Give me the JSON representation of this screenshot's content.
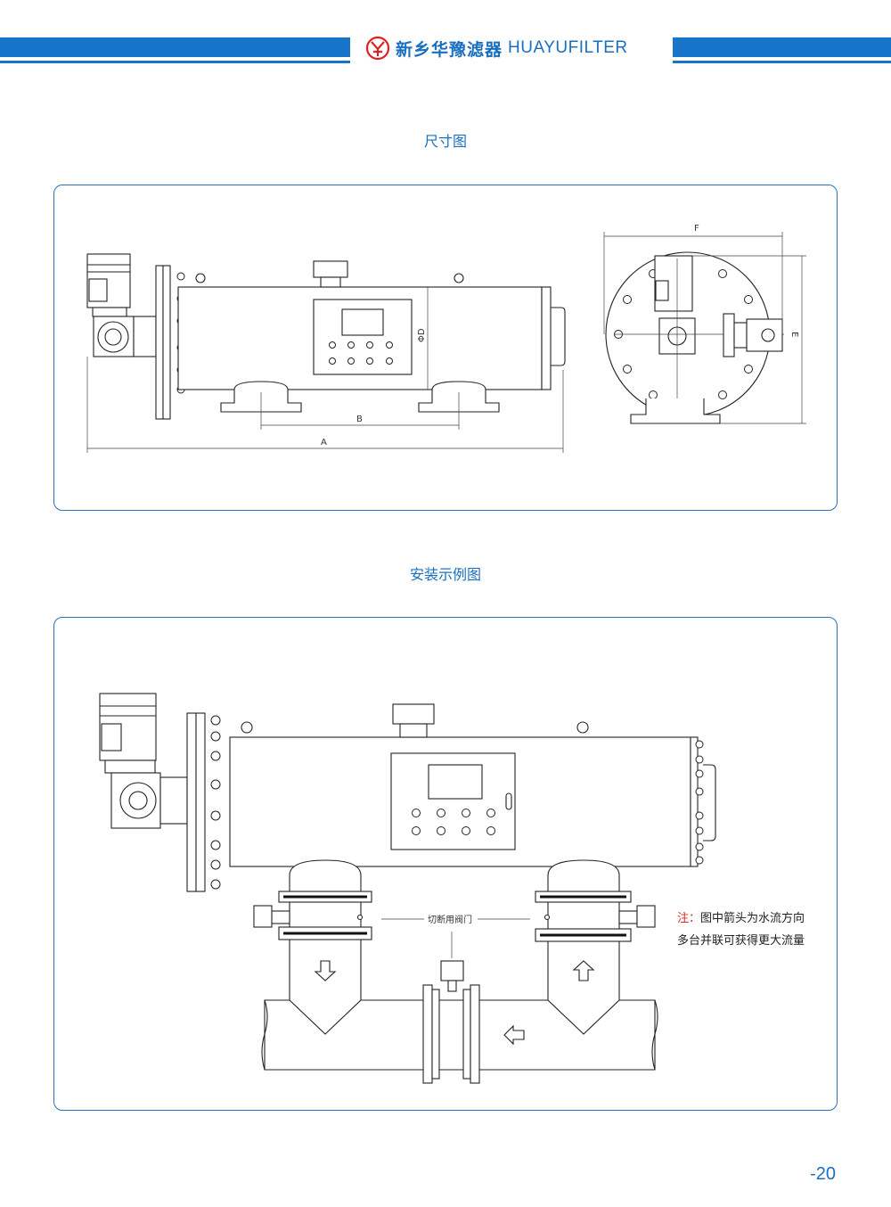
{
  "header": {
    "brand_cn": "新乡华豫滤器",
    "brand_en": "HUAYUFILTER",
    "logo_text": "HY",
    "brand_color": "#1874c8"
  },
  "dimension_section": {
    "title": "尺寸图",
    "labels": {
      "a": "A",
      "b": "B",
      "d": "ΦD",
      "e": "E",
      "f": "F"
    }
  },
  "install_section": {
    "title": "安装示例图",
    "valve_label": "切断用阀门",
    "note_prefix": "注：",
    "note_line1": "图中箭头为水流方向",
    "note_line2": "多台并联可获得更大流量"
  },
  "footer": {
    "page_number": "-20"
  }
}
